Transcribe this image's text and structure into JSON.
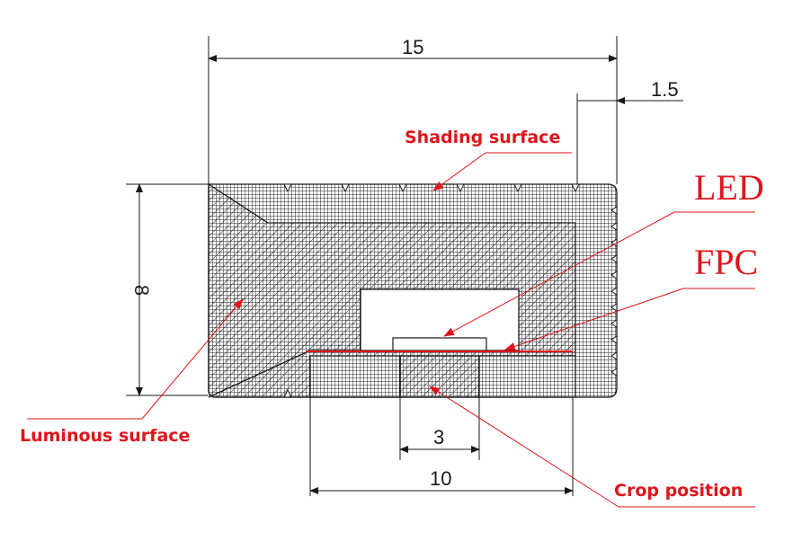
{
  "dimensions": {
    "width": "15",
    "lip": "1.5",
    "height": "8",
    "crop_width": "3",
    "base_width": "10"
  },
  "labels": {
    "shading_surface": "Shading surface",
    "led": "LED",
    "fpc": "FPC",
    "luminous_surface": "Luminous surface",
    "crop_position": "Crop position"
  },
  "colors": {
    "callout": "#e0141b",
    "line": "#1a1a1a"
  }
}
